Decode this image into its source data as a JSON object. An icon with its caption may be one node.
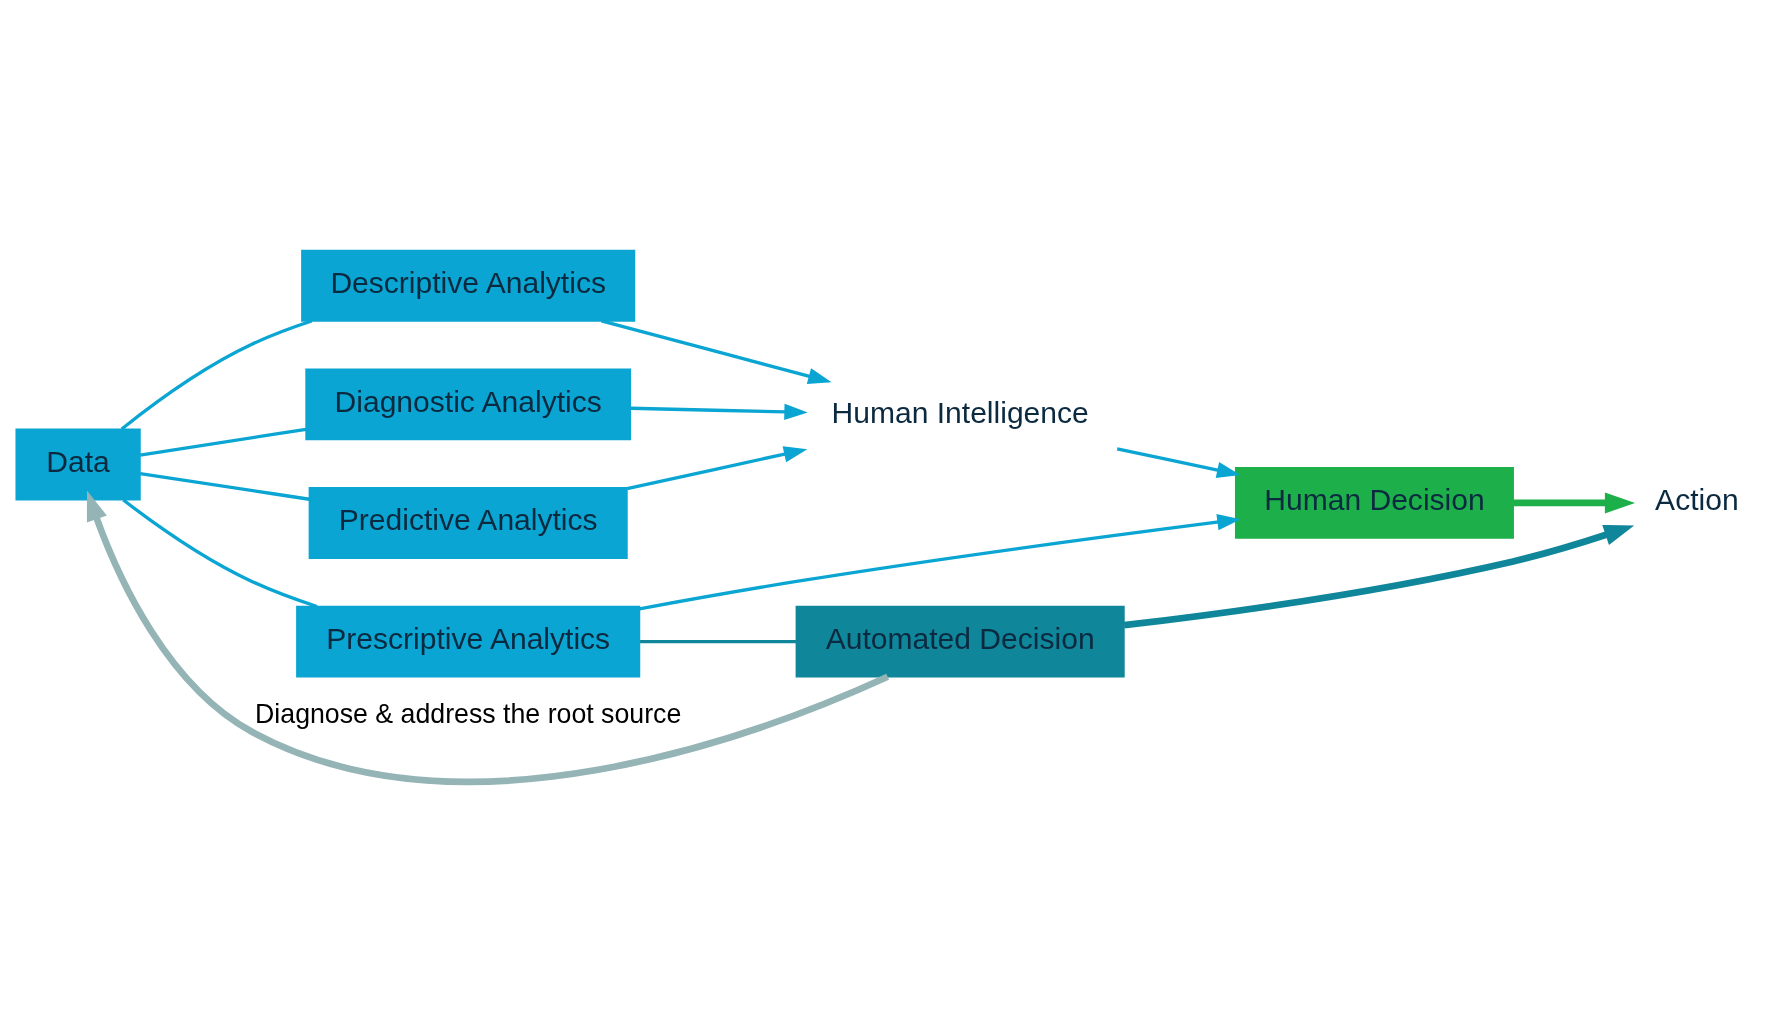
{
  "diagram": {
    "nodes": [
      {
        "text": [
          "Data"
        ]
      },
      {
        "text": [
          "Descriptive Analytics"
        ]
      },
      {
        "text": [
          "Diagnostic Analytics"
        ]
      },
      {
        "text": [
          "Predictive Analytics"
        ]
      },
      {
        "text": [
          "Prescriptive Analytics"
        ]
      },
      {
        "text": [
          "Human Intelligence"
        ]
      },
      {
        "text": [
          "Human Decision"
        ]
      },
      {
        "text": [
          "Action"
        ]
      },
      {
        "text": [
          "Automated Decision"
        ]
      }
    ],
    "edges": [
      {
        "from": 0,
        "to": 1,
        "arrow": "none"
      },
      {
        "from": 0,
        "to": 2,
        "arrow": "none"
      },
      {
        "from": 0,
        "to": 3,
        "arrow": "none"
      },
      {
        "from": 0,
        "to": 4,
        "arrow": "none"
      },
      {
        "from": 1,
        "to": 5,
        "arrow": "to"
      },
      {
        "from": 2,
        "to": 5,
        "arrow": "to"
      },
      {
        "from": 3,
        "to": 5,
        "arrow": "to"
      },
      {
        "from": 4,
        "to": 6,
        "arrow": "to"
      },
      {
        "from": 5,
        "to": 6,
        "arrow": "to"
      },
      {
        "from": 6,
        "to": 7,
        "arrow": "to",
        "color": "#1db04a",
        "style": "thick"
      },
      {
        "from": 4,
        "to": 8,
        "arrow": "none",
        "color": "#10869a"
      },
      {
        "from": 8,
        "to": 7,
        "arrow": "to",
        "color": "#10869a",
        "style": "thick"
      },
      {
        "from": 8,
        "to": 0,
        "arrow": "to",
        "label": "Diagnose & address the root source",
        "color": "#94b4b6",
        "style": "thick"
      }
    ]
  }
}
